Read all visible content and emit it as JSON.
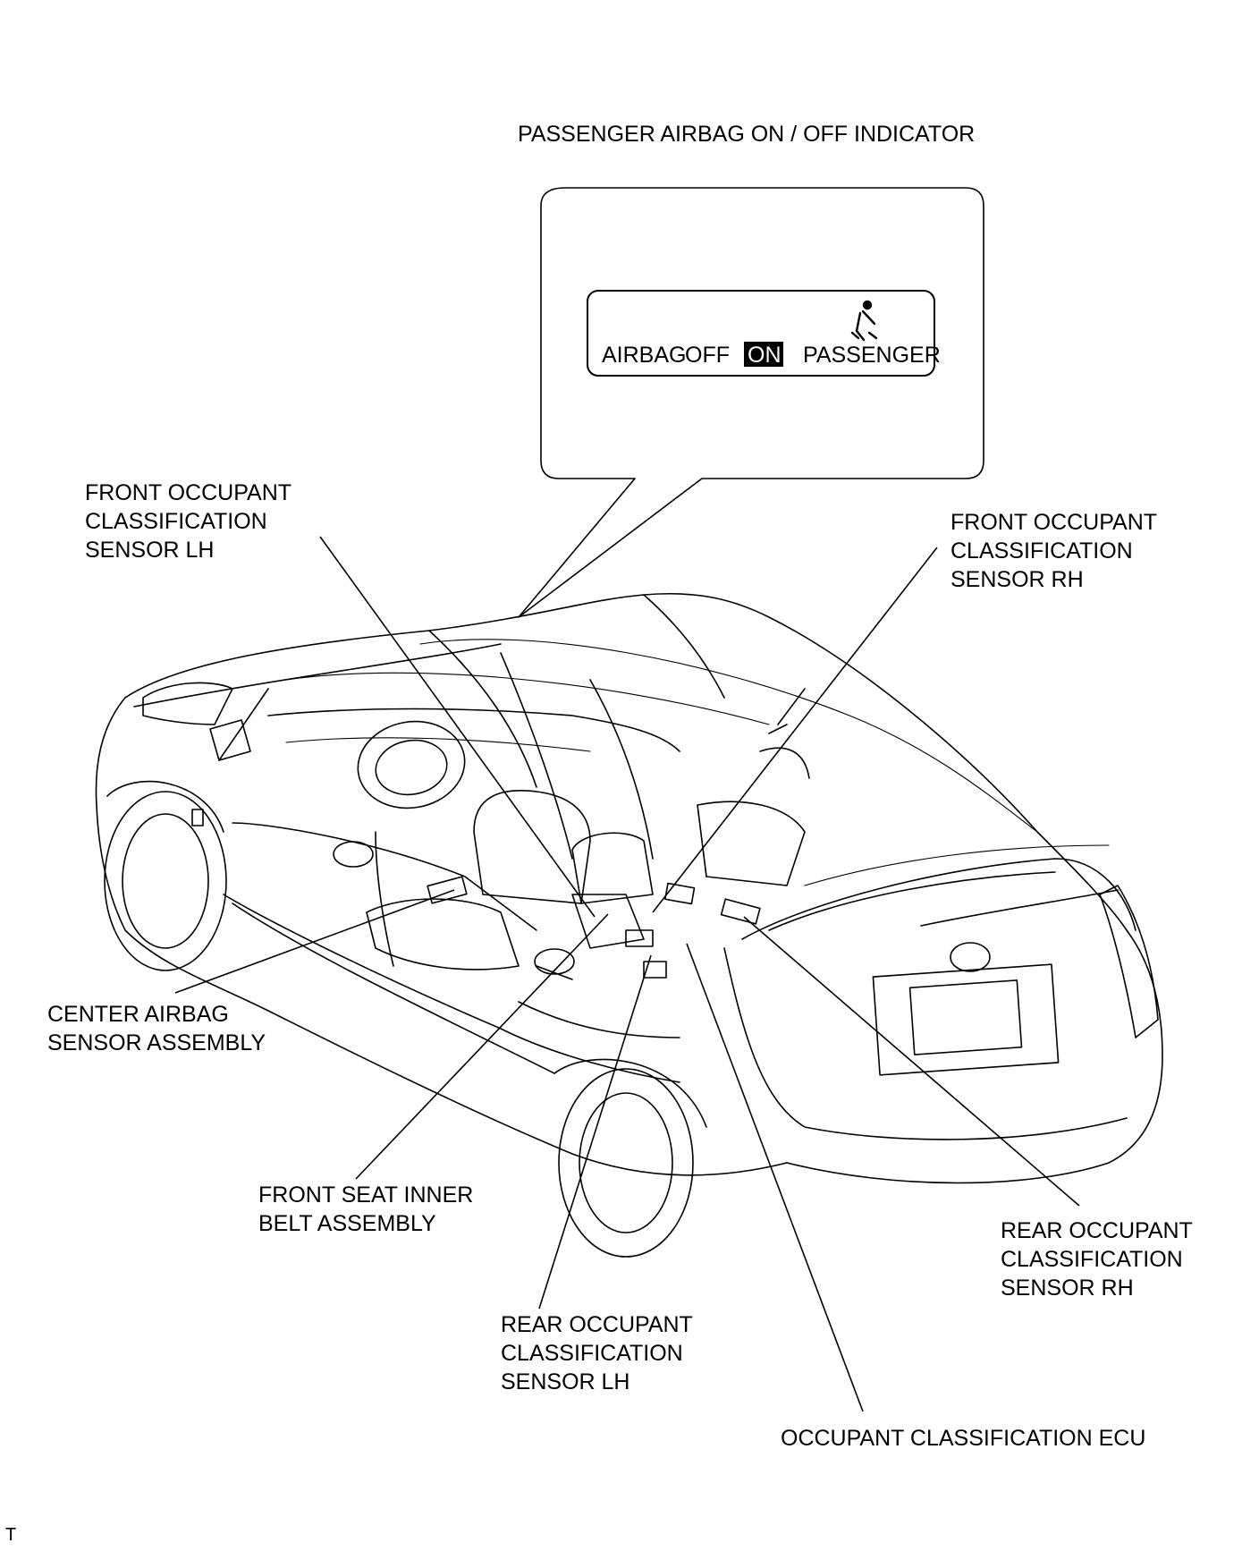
{
  "indicator": {
    "title": "PASSENGER AIRBAG ON / OFF INDICATOR",
    "display_airbag": "AIRBAG",
    "display_off": "OFF",
    "display_on": "ON",
    "display_passenger": "PASSENGER"
  },
  "labels": {
    "front_lh": [
      "FRONT OCCUPANT",
      "CLASSIFICATION",
      "SENSOR LH"
    ],
    "front_rh": [
      "FRONT OCCUPANT",
      "CLASSIFICATION",
      "SENSOR RH"
    ],
    "center_airbag": [
      "CENTER AIRBAG",
      "SENSOR ASSEMBLY"
    ],
    "front_seat_belt": [
      "FRONT SEAT INNER",
      "BELT ASSEMBLY"
    ],
    "rear_lh": [
      "REAR OCCUPANT",
      "CLASSIFICATION",
      "SENSOR LH"
    ],
    "rear_rh": [
      "REAR OCCUPANT",
      "CLASSIFICATION",
      "SENSOR RH"
    ],
    "ecu": "OCCUPANT CLASSIFICATION ECU"
  },
  "footer_mark": "T",
  "icons": [
    "seatbelt-passenger-icon",
    "car-outline-illustration"
  ]
}
